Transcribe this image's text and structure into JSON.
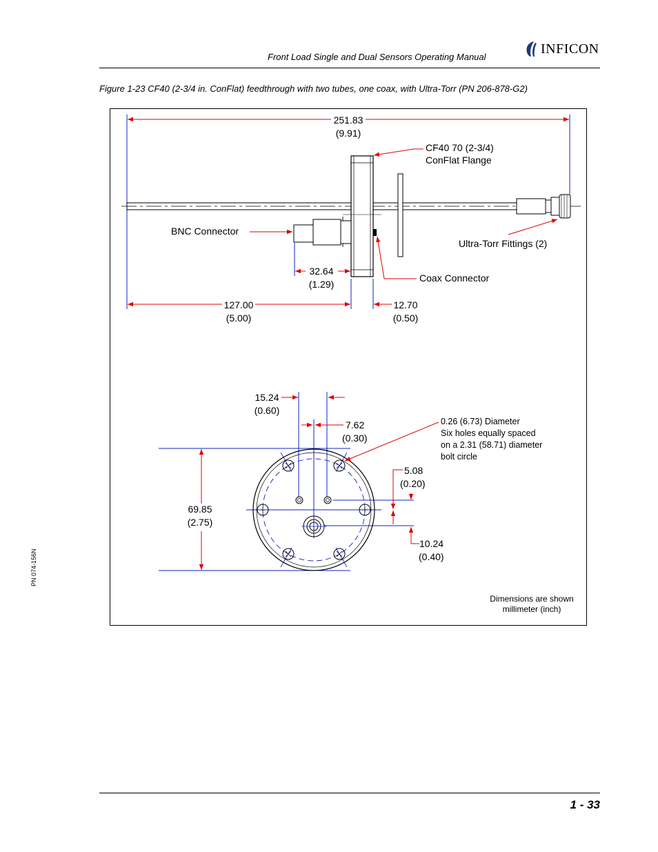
{
  "header": {
    "title": "Front Load Single and Dual Sensors Operating Manual",
    "logo_text": "INFICON"
  },
  "caption": "Figure 1-23  CF40 (2-3/4 in. ConFlat) feedthrough with two tubes, one coax, with Ultra-Torr (PN 206-878-G2)",
  "side_label": "PN 074-156N",
  "page_number": "1 - 33",
  "drawing": {
    "overall_mm": "251.83",
    "overall_in": "(9.91)",
    "flange_label_1": "CF40 70 (2-3/4)",
    "flange_label_2": "ConFlat Flange",
    "bnc_label": "BNC Connector",
    "ultratorr_label": "Ultra-Torr Fittings (2)",
    "d1_mm": "32.64",
    "d1_in": "(1.29)",
    "coax_label": "Coax Connector",
    "d2_mm": "127.00",
    "d2_in": "(5.00)",
    "d3_mm": "12.70",
    "d3_in": "(0.50)",
    "d4_mm": "15.24",
    "d4_in": "(0.60)",
    "d5_mm": "7.62",
    "d5_in": "(0.30)",
    "hole_note_1": "0.26 (6.73) Diameter",
    "hole_note_2": "Six holes equally spaced",
    "hole_note_3": "on a 2.31 (58.71) diameter",
    "hole_note_4": "bolt circle",
    "d6_mm": "5.08",
    "d6_in": "(0.20)",
    "d7_mm": "69.85",
    "d7_in": "(2.75)",
    "d8_mm": "10.24",
    "d8_in": "(0.40)",
    "units_note_1": "Dimensions are shown",
    "units_note_2": "millimeter (inch)"
  }
}
